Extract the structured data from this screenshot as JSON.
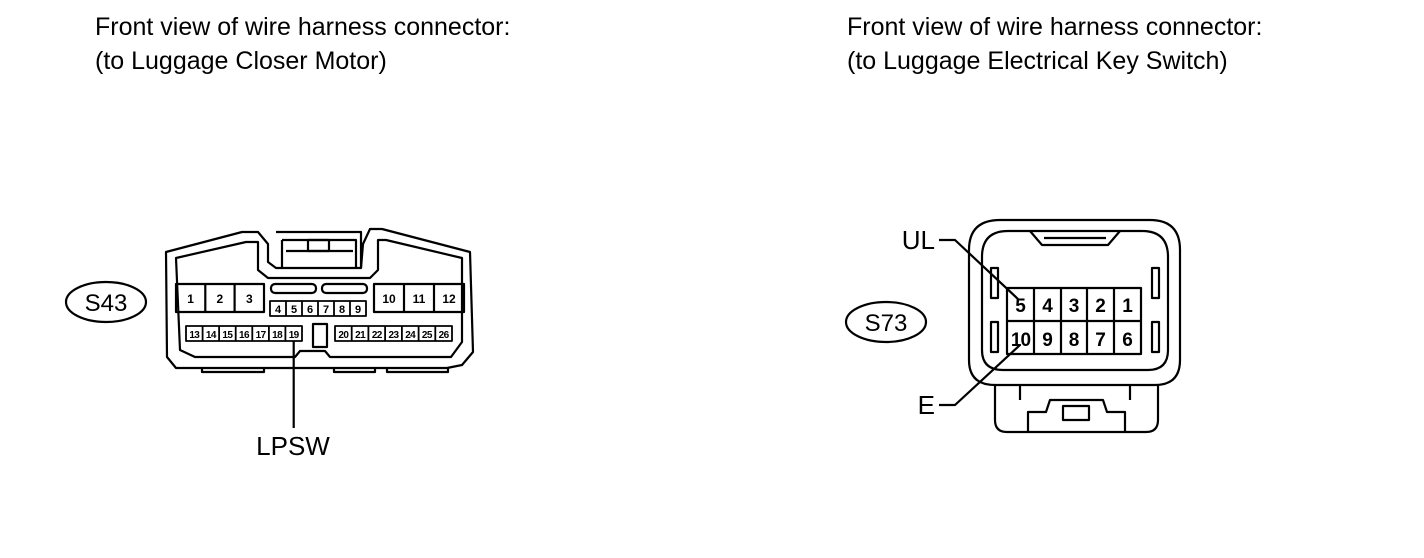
{
  "left_connector": {
    "heading_line1": "Front view of wire harness connector:",
    "heading_line2": "(to Luggage Closer Motor)",
    "code": "S43",
    "pins": [
      "1",
      "2",
      "3",
      "4",
      "5",
      "6",
      "7",
      "8",
      "9",
      "10",
      "11",
      "12",
      "13",
      "14",
      "15",
      "16",
      "17",
      "18",
      "19",
      "20",
      "21",
      "22",
      "23",
      "24",
      "25",
      "26"
    ],
    "callouts": [
      "LPSW"
    ]
  },
  "right_connector": {
    "heading_line1": "Front view of wire harness connector:",
    "heading_line2": "(to Luggage Electrical Key Switch)",
    "code": "S73",
    "pins": [
      "1",
      "2",
      "3",
      "4",
      "5",
      "6",
      "7",
      "8",
      "9",
      "10"
    ],
    "callouts": [
      "UL",
      "E"
    ]
  },
  "colors": {
    "line": "#000000",
    "background": "#ffffff"
  }
}
